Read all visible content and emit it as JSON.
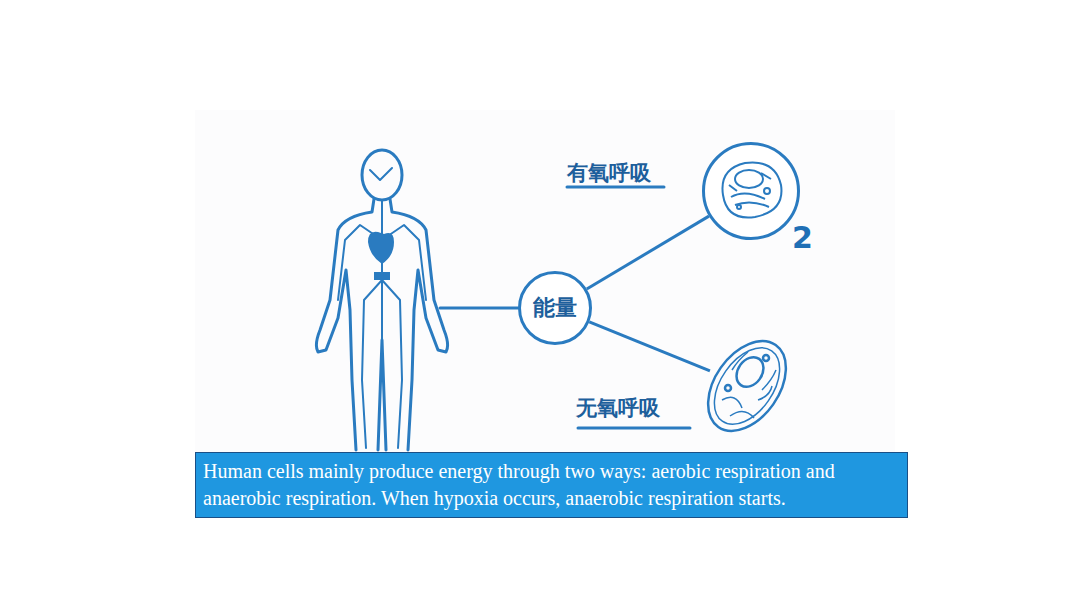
{
  "diagram": {
    "caption": "Human cells mainly produce energy through two ways: aerobic respiration and anaerobic respiration. When hypoxia occurs, anaerobic respiration starts.",
    "nodes": [
      {
        "text": [
          "能量"
        ]
      },
      {
        "text": [
          "有氧呼吸"
        ]
      },
      {
        "text": [
          "无氧呼吸"
        ]
      }
    ],
    "edges": [
      {
        "from": 0,
        "to": 1,
        "arrow": "none"
      },
      {
        "from": 0,
        "to": 2,
        "arrow": "none"
      }
    ],
    "labels": [
      "2"
    ]
  }
}
